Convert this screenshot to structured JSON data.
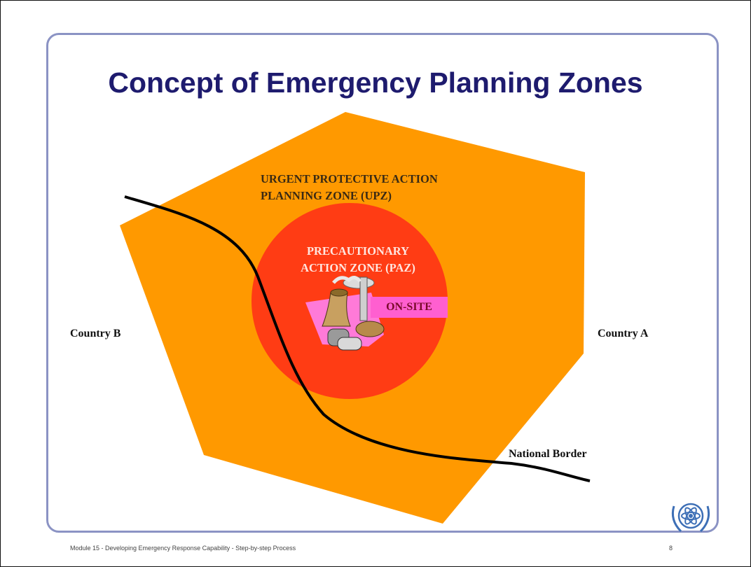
{
  "title": "Concept of Emergency Planning Zones",
  "zones": {
    "upz_line1": "URGENT PROTECTIVE ACTION",
    "upz_line2": "PLANNING ZONE (UPZ)",
    "paz_line1": "PRECAUTIONARY",
    "paz_line2": "ACTION ZONE (PAZ)",
    "onsite": "ON-SITE"
  },
  "labels": {
    "country_b": "Country B",
    "country_a": "Country A",
    "national_border": "National Border"
  },
  "footer": {
    "text": "Module 15 - Developing Emergency Response Capability - Step-by-step Process",
    "page": "8"
  },
  "colors": {
    "title": "#1e1b6e",
    "upz_fill": "#ff9900",
    "paz_fill": "#ff3c14",
    "onsite_fill": "#ff5fd0",
    "frame_border": "#8b93c4",
    "border_line": "#000000"
  },
  "icons": [
    "nuclear-plant-icon",
    "iaea-logo-icon"
  ]
}
